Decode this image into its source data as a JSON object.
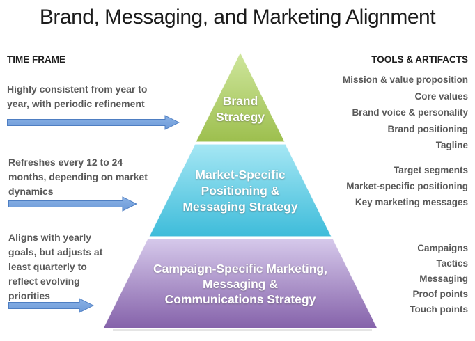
{
  "title": "Brand, Messaging, and Marketing Alignment",
  "left": {
    "header": "TIME FRAME",
    "blocks": [
      {
        "text": "Highly consistent from year to\nyear, with periodic refinement"
      },
      {
        "text": "Refreshes every 12 to 24\nmonths, depending on market\ndynamics"
      },
      {
        "text": "Aligns with yearly\ngoals, but adjusts at\nleast quarterly to\nreflect evolving\npriorities"
      }
    ]
  },
  "right": {
    "header": "TOOLS & ARTIFACTS",
    "groups": [
      {
        "items": [
          "Mission & value proposition",
          "Core values",
          "Brand voice & personality",
          "Brand positioning",
          "Tagline"
        ]
      },
      {
        "items": [
          "Target segments",
          "Market-specific positioning",
          "Key marketing messages"
        ]
      },
      {
        "items": [
          "Campaigns",
          "Tactics",
          "Messaging",
          "Proof points",
          "Touch points"
        ]
      }
    ]
  },
  "pyramid": {
    "tiers": [
      {
        "label": "Brand\nStrategy",
        "color_top": "#cfe69d",
        "color_bottom": "#9dbf4e"
      },
      {
        "label": "Market-Specific\nPositioning &\nMessaging Strategy",
        "color_top": "#a6e7f4",
        "color_bottom": "#3ebcda"
      },
      {
        "label": "Campaign-Specific Marketing,\nMessaging &\nCommunications Strategy",
        "color_top": "#d6c9eb",
        "color_bottom": "#8562aa"
      }
    ]
  },
  "arrow": {
    "color_top": "#8ab2e6",
    "color_bottom": "#6d9ad8",
    "border_color": "#4e7ec2"
  },
  "text_colors": {
    "body": "#595959",
    "header": "#1f1f1f",
    "title": "#1c1c1c"
  }
}
